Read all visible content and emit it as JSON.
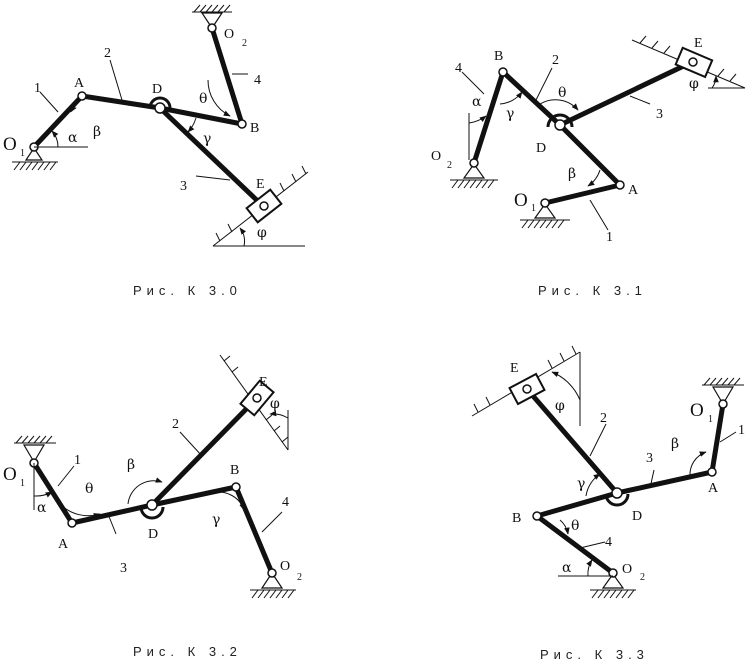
{
  "figures": [
    {
      "caption": "Рис. К 3.0",
      "points": {
        "O1": "O",
        "O1_sub": "1",
        "A": "A",
        "D": "D",
        "B": "B",
        "O2": "O",
        "O2_sub": "2",
        "E": "E"
      },
      "links": {
        "l1": "1",
        "l2": "2",
        "l3": "3",
        "l4": "4"
      },
      "angles": {
        "alpha": "α",
        "beta": "β",
        "theta": "θ",
        "gamma": "γ",
        "phi": "φ"
      }
    },
    {
      "caption": "Рис. К 3.1",
      "points": {
        "O1": "O",
        "O1_sub": "1",
        "A": "A",
        "D": "D",
        "B": "B",
        "O2": "O",
        "O2_sub": "2",
        "E": "E"
      },
      "links": {
        "l1": "1",
        "l2": "2",
        "l3": "3",
        "l4": "4"
      },
      "angles": {
        "alpha": "α",
        "beta": "β",
        "theta": "θ",
        "gamma": "γ",
        "phi": "φ"
      }
    },
    {
      "caption": "Рис. К 3.2",
      "points": {
        "O1": "O",
        "O1_sub": "1",
        "A": "A",
        "D": "D",
        "B": "B",
        "O2": "O",
        "O2_sub": "2",
        "E": "E"
      },
      "links": {
        "l1": "1",
        "l2": "2",
        "l3": "3",
        "l4": "4"
      },
      "angles": {
        "alpha": "α",
        "beta": "β",
        "theta": "θ",
        "gamma": "γ",
        "phi": "φ"
      }
    },
    {
      "caption": "Рис. К 3.3",
      "points": {
        "O1": "O",
        "O1_sub": "1",
        "A": "A",
        "D": "D",
        "B": "B",
        "O2": "O",
        "O2_sub": "2",
        "E": "E"
      },
      "links": {
        "l1": "1",
        "l2": "2",
        "l3": "3",
        "l4": "4"
      },
      "angles": {
        "alpha": "α",
        "beta": "β",
        "theta": "θ",
        "gamma": "γ",
        "phi": "φ"
      }
    }
  ]
}
